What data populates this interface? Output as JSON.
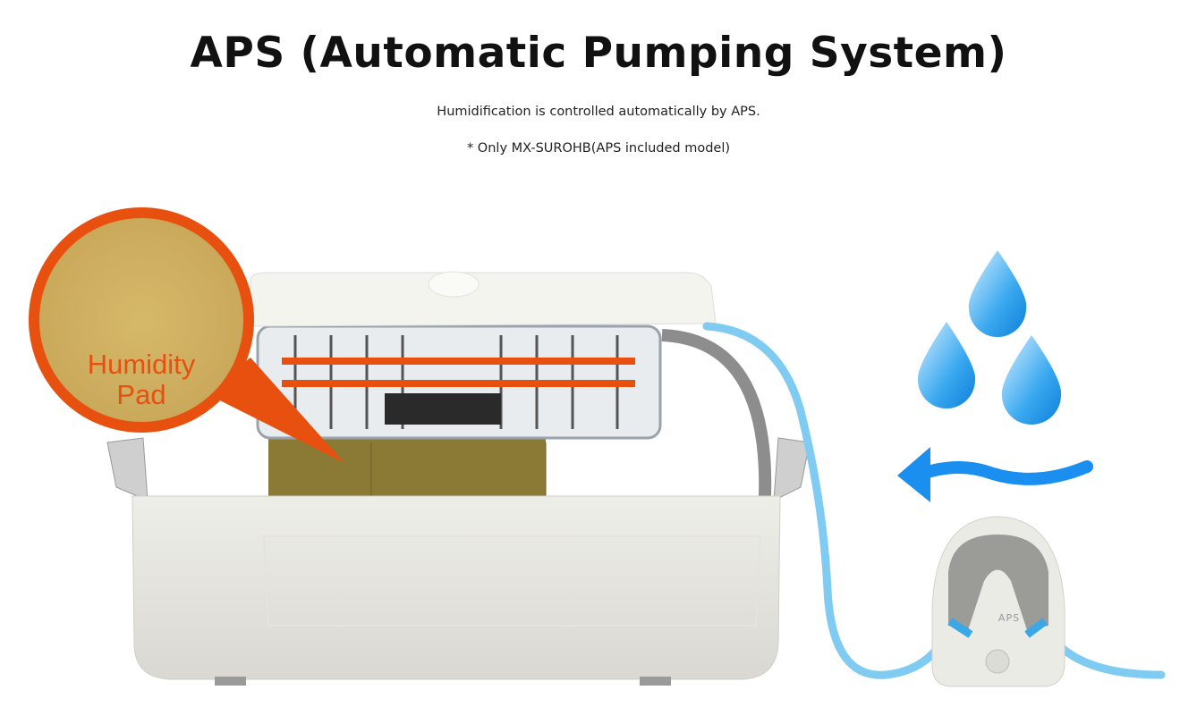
{
  "header": {
    "title": "APS (Automatic Pumping System)",
    "description": "Humidification is controlled automatically by APS.",
    "note": "* Only MX-SUROHB(APS included model)"
  },
  "illustration": {
    "callout_line1": "Humidity",
    "callout_line2": "Pad",
    "pump_label": "APS",
    "colors": {
      "callout": "#e8500f",
      "water": "#1a8ff0",
      "tube": "#7fcbf2",
      "pad": "#8a7a36"
    }
  }
}
